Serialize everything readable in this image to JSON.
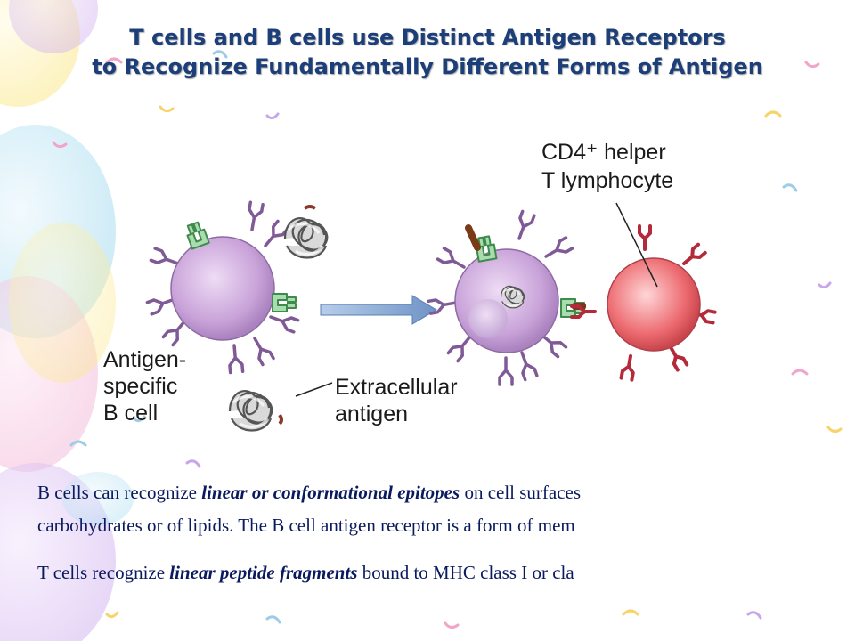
{
  "slide": {
    "title_line1": "T cells and B cells use Distinct Antigen Receptors",
    "title_line2": "to Recognize Fundamentally Different Forms of Antigen"
  },
  "figure": {
    "label_b_cell": [
      "Antigen-",
      "specific",
      "B cell"
    ],
    "label_antigen": [
      "Extracellular",
      "antigen"
    ],
    "label_t_cell": [
      "CD4⁺ helper",
      "T lymphocyte"
    ]
  },
  "body": {
    "p1_line1_start": "B cells can recognize ",
    "p1_line1_em": "linear or conformational epitopes",
    "p1_line1_end": " on cell surfaces",
    "p1_line2": "carbohydrates or of lipids.  The B cell antigen receptor is a form of mem",
    "p2_start": "T cells recognize ",
    "p2_em": "linear peptide fragments",
    "p2_end": " bound to MHC class I or cla"
  },
  "colors": {
    "title": "#1c3f7a",
    "body_text": "#0a1a5e",
    "b_cell": "#c9a3d9",
    "t_cell": "#ec6b70",
    "bcr": "#7fc08a",
    "arrow": "#86a8d4"
  }
}
